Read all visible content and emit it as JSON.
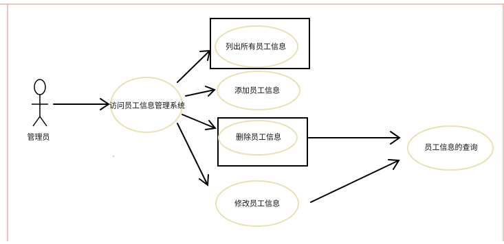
{
  "diagram": {
    "actor": {
      "label": "管理员"
    },
    "use_cases": {
      "system": "访问员工信息管理系统",
      "list_all": "列出所有员工信息",
      "add": "添加员工信息",
      "delete": "删除员工信息",
      "modify": "修改员工信息",
      "query": "员工信息的查询"
    }
  },
  "colors": {
    "ellipse_stroke": "#e9e1b5",
    "line": "#000000",
    "frame_border": "#e88a8a"
  }
}
